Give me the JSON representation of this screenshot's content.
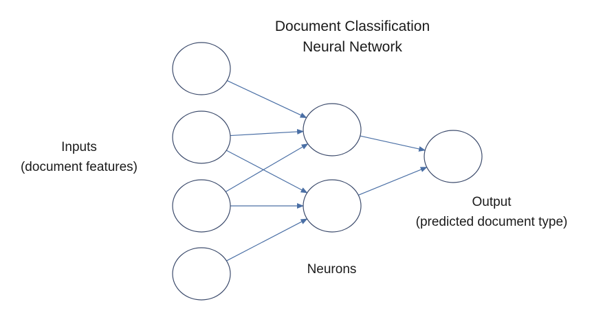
{
  "title": {
    "line1": "Document Classification",
    "line2": "Neural Network"
  },
  "labels": {
    "inputs": {
      "line1": "Inputs",
      "line2": "(document features)"
    },
    "output": {
      "line1": "Output",
      "line2": "(predicted document type)"
    },
    "neurons": "Neurons"
  },
  "colors": {
    "node_stroke": "#3b4a6b",
    "edge": "#4a6fa5",
    "text": "#1a1a1a",
    "background": "#ffffff"
  },
  "nodes": [
    {
      "id": "input-1",
      "layer": "input"
    },
    {
      "id": "input-2",
      "layer": "input"
    },
    {
      "id": "input-3",
      "layer": "input"
    },
    {
      "id": "input-4",
      "layer": "input"
    },
    {
      "id": "neuron-1",
      "layer": "hidden"
    },
    {
      "id": "neuron-2",
      "layer": "hidden"
    },
    {
      "id": "output-1",
      "layer": "output"
    }
  ],
  "edges": [
    {
      "from": "input-1",
      "to": "neuron-1"
    },
    {
      "from": "input-2",
      "to": "neuron-1"
    },
    {
      "from": "input-2",
      "to": "neuron-2"
    },
    {
      "from": "input-3",
      "to": "neuron-1"
    },
    {
      "from": "input-3",
      "to": "neuron-2"
    },
    {
      "from": "input-4",
      "to": "neuron-2"
    },
    {
      "from": "neuron-1",
      "to": "output-1"
    },
    {
      "from": "neuron-2",
      "to": "output-1"
    }
  ]
}
